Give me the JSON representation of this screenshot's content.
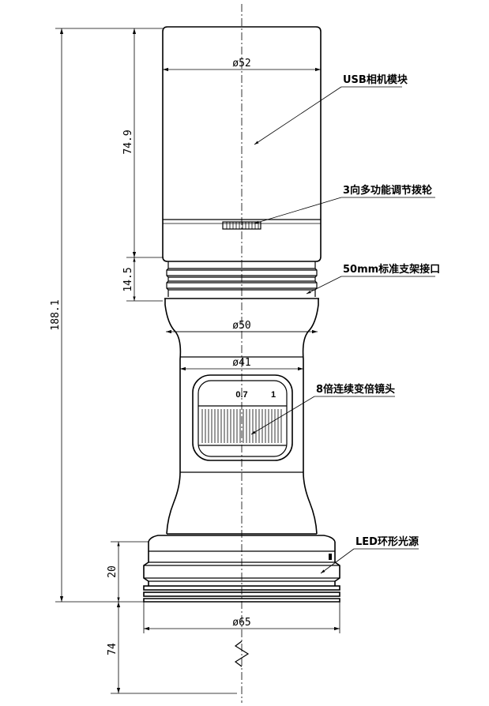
{
  "dimensions": {
    "total_height": "188.1",
    "camera_height": "74.9",
    "mount_height": "14.5",
    "light_height": "20",
    "working_distance": "74",
    "camera_diameter": "ø52",
    "mount_diameter": "ø50",
    "body_diameter": "ø41",
    "light_diameter": "ø65"
  },
  "callouts": {
    "usb_camera": "USB相机模块",
    "wheel": "3向多功能调节拨轮",
    "mount": "50mm标准支架接口",
    "zoom_lens": "8倍连续变倍镜头",
    "led_light": "LED环形光源"
  },
  "zoom_scale": {
    "min": "0.7",
    "max": "1"
  }
}
